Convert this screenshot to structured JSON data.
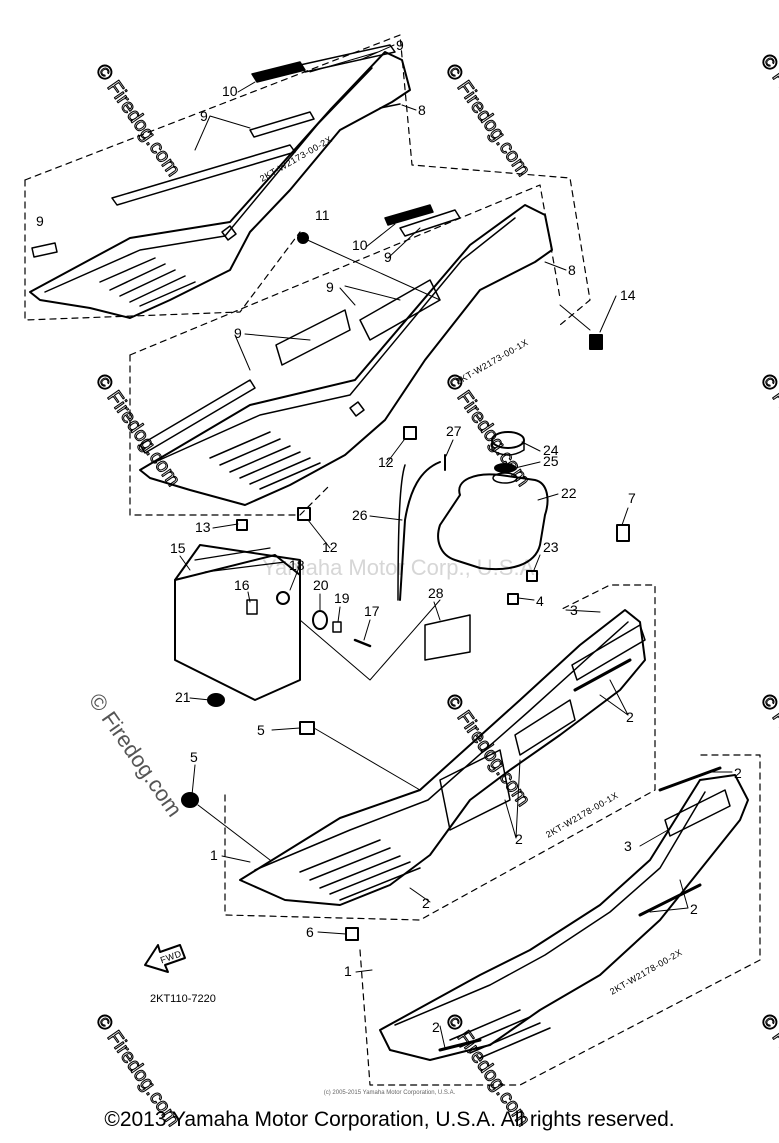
{
  "diagram": {
    "code_label": "2KT110-7220",
    "fwd_label": "FWD",
    "panel_codes": {
      "upper_left": "2KT-W2173-00-2X",
      "upper_right": "2KT-W2173-00-1X",
      "lower_upper": "2KT-W2178-00-1X",
      "lower_lower": "2KT-W2178-00-2X"
    },
    "callouts": {
      "c1a": "1",
      "c1b": "1",
      "c2a": "2",
      "c2b": "2",
      "c2c": "2",
      "c2d": "2",
      "c2e": "2",
      "c2f": "2",
      "c2g": "2",
      "c3a": "3",
      "c3b": "3",
      "c4": "4",
      "c5a": "5",
      "c5b": "5",
      "c6": "6",
      "c7": "7",
      "c8a": "8",
      "c8b": "8",
      "c9a": "9",
      "c9b": "9",
      "c9c": "9",
      "c9d": "9",
      "c9e": "9",
      "c9f": "9",
      "c10a": "10",
      "c10b": "10",
      "c11": "11",
      "c12a": "12",
      "c12b": "12",
      "c13": "13",
      "c14": "14",
      "c15": "15",
      "c16": "16",
      "c17": "17",
      "c18": "18",
      "c19": "19",
      "c20": "20",
      "c21": "21",
      "c22": "22",
      "c23": "23",
      "c24": "24",
      "c25": "25",
      "c26": "26",
      "c27": "27",
      "c28": "28"
    },
    "watermark": "© Firedog.com",
    "watermark_center": "Yamaha Motor Corp., U.S.A."
  },
  "footer": {
    "small_copyright": "(c) 2005-2015 Yamaha Motor Corporation, U.S.A.",
    "copyright": "©2013 Yamaha Motor Corporation, U.S.A. All rights reserved."
  }
}
